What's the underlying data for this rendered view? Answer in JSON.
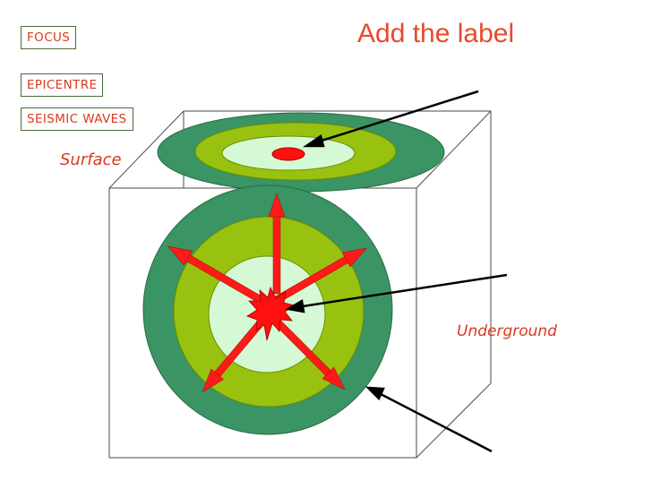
{
  "labels": {
    "focus": "FOCUS",
    "epicentre": "EPICENTRE",
    "seismic_waves": "SEISMIC WAVES"
  },
  "heading": "Add the label",
  "diagram": {
    "surface_label": "Surface",
    "underground_label": "Underground"
  },
  "colors": {
    "outer_ring": "#3a9463",
    "middle_ring": "#99c210",
    "inner_core": "#d4f9d4",
    "focus_star": "#ff0f0f",
    "epicentre_dot": "#ff1010",
    "arrow": "#ff1a1a",
    "label_text": "#d83a1e",
    "label_border": "#4a6d3a",
    "pointer": "#000000"
  }
}
